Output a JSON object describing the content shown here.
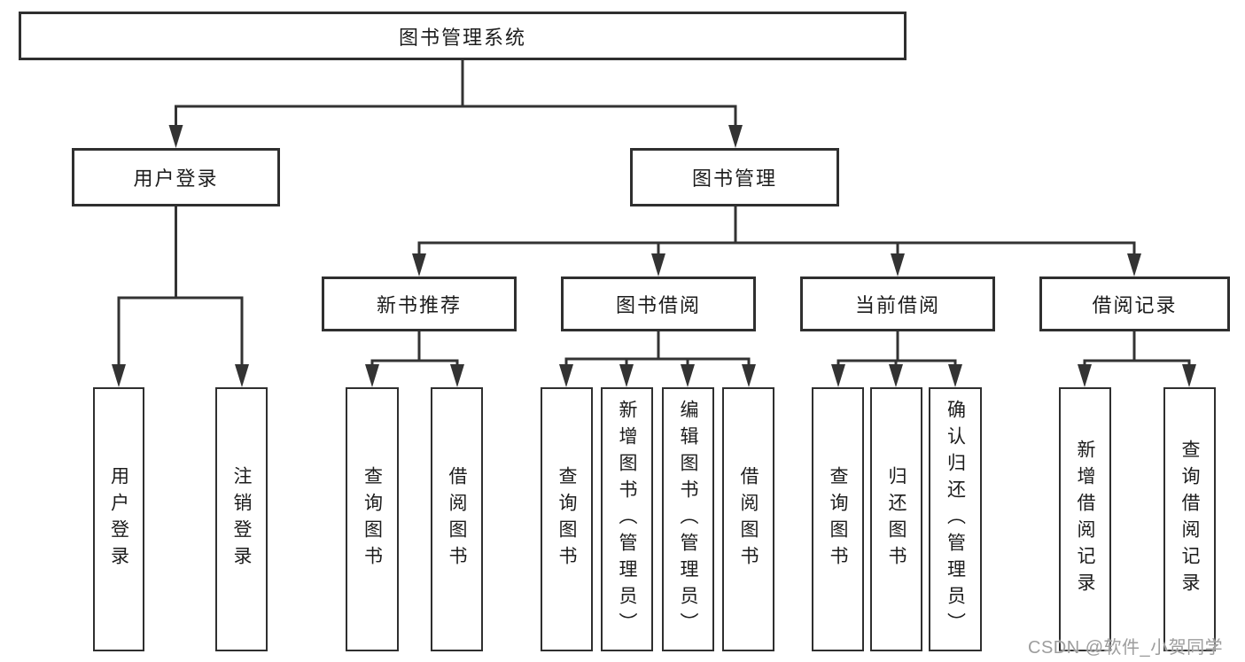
{
  "diagram": {
    "root": "图书管理系统",
    "user_login": {
      "label": "用户登录",
      "children": [
        "用户登录",
        "注销登录"
      ]
    },
    "book_mgmt": {
      "label": "图书管理",
      "groups": [
        {
          "label": "新书推荐",
          "children": [
            "查询图书",
            "借阅图书"
          ]
        },
        {
          "label": "图书借阅",
          "children": [
            "查询图书",
            "新增图书（管理员）",
            "编辑图书（管理员）",
            "借阅图书"
          ]
        },
        {
          "label": "当前借阅",
          "children": [
            "查询图书",
            "归还图书",
            "确认归还（管理员）"
          ]
        },
        {
          "label": "借阅记录",
          "children": [
            "新增借阅记录",
            "查询借阅记录"
          ]
        }
      ]
    },
    "watermark": "CSDN @软件_小贺同学",
    "line_color": "#333333"
  }
}
